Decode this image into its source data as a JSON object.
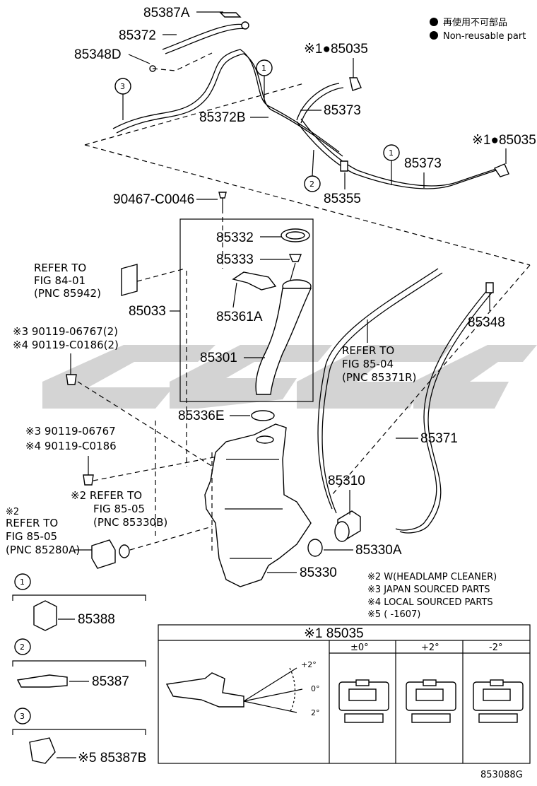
{
  "legend": {
    "jp": "再使用不可部品",
    "en": "Non-reusable part"
  },
  "labels": {
    "p85387A": "85387A",
    "p85372": "85372",
    "p85348D": "85348D",
    "p85035a": "※1●85035",
    "p85372B": "85372B",
    "p85373a": "85373",
    "p85035b": "※1●85035",
    "p85373b": "85373",
    "p85355": "85355",
    "p90467": "90467-C0046",
    "p85332": "85332",
    "p85333": "85333",
    "p85361A": "85361A",
    "p85033": "85033",
    "p85301": "85301",
    "p85348": "85348",
    "p85336E": "85336E",
    "p85371": "85371",
    "p85310": "85310",
    "p85330A": "85330A",
    "p85330": "85330",
    "p85388": "85388",
    "p85387": "85387",
    "p85387B": "※5 85387B",
    "refer1_l1": "REFER TO",
    "refer1_l2": "FIG 84-01",
    "refer1_l3": "(PNC 85942)",
    "refer2_l1": "REFER TO",
    "refer2_l2": "FIG 85-04",
    "refer2_l3": "(PNC 85371R)",
    "refer3_l1": "※2 REFER TO",
    "refer3_l2": "FIG 85-05",
    "refer3_l3": "(PNC 85330B)",
    "refer4_l0": "※2",
    "refer4_l1": "REFER TO",
    "refer4_l2": "FIG 85-05",
    "refer4_l3": "(PNC 85280A)",
    "bolt1_l1": "※3 90119-06767(2)",
    "bolt1_l2": "※4 90119-C0186(2)",
    "bolt2_l1": "※3 90119-06767",
    "bolt2_l2": "※4 90119-C0186",
    "call1": "1",
    "call2": "2",
    "call3": "3"
  },
  "notes": [
    "※2 W(HEADLAMP CLEANER)",
    "※3 JAPAN SOURCED PARTS",
    "※4 LOCAL SOURCED PARTS",
    "※5 (        -1607)"
  ],
  "table": {
    "title": "※1 85035",
    "cols": [
      "±0°",
      "+2°",
      "-2°"
    ],
    "angle_plus": "+2°",
    "angle_zero": "0°",
    "angle_minus": "2°"
  },
  "diagram_code": "853088G",
  "colors": {
    "watermark": "#cfcfcf",
    "line": "#000000"
  }
}
